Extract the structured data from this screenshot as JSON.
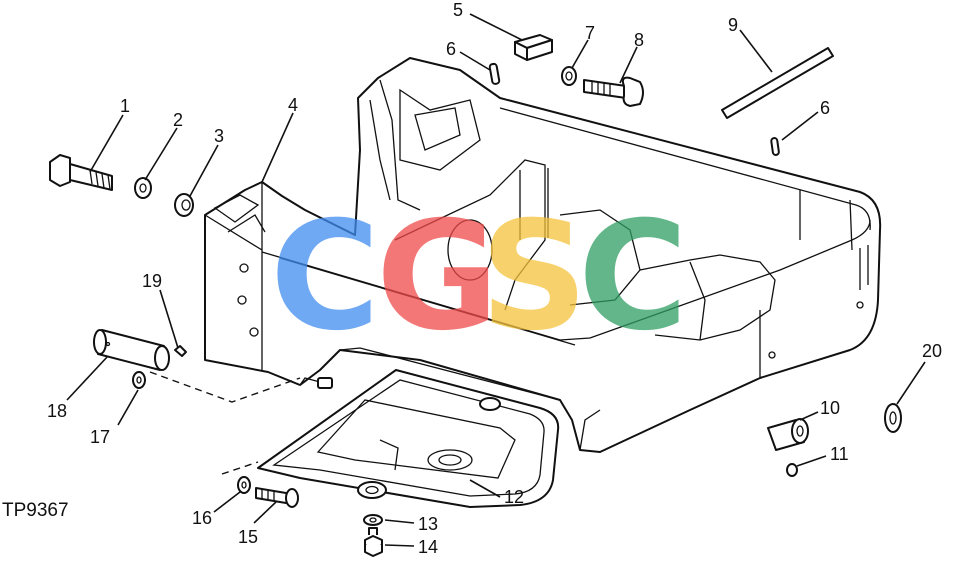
{
  "diagram": {
    "reference_code": "TP9367",
    "callouts": [
      {
        "id": "c1",
        "label": "1"
      },
      {
        "id": "c2",
        "label": "2"
      },
      {
        "id": "c3",
        "label": "3"
      },
      {
        "id": "c4",
        "label": "4"
      },
      {
        "id": "c5",
        "label": "5"
      },
      {
        "id": "c6a",
        "label": "6"
      },
      {
        "id": "c6b",
        "label": "6"
      },
      {
        "id": "c7",
        "label": "7"
      },
      {
        "id": "c8",
        "label": "8"
      },
      {
        "id": "c9",
        "label": "9"
      },
      {
        "id": "c10",
        "label": "10"
      },
      {
        "id": "c11",
        "label": "11"
      },
      {
        "id": "c12",
        "label": "12"
      },
      {
        "id": "c13",
        "label": "13"
      },
      {
        "id": "c14",
        "label": "14"
      },
      {
        "id": "c15",
        "label": "15"
      },
      {
        "id": "c16",
        "label": "16"
      },
      {
        "id": "c17",
        "label": "17"
      },
      {
        "id": "c18",
        "label": "18"
      },
      {
        "id": "c19",
        "label": "19"
      },
      {
        "id": "c20",
        "label": "20"
      }
    ],
    "watermark": {
      "letters": [
        "C",
        "G",
        "S",
        "C"
      ],
      "colors": [
        "#3f8cf0",
        "#ef4a4a",
        "#f5c33b",
        "#2f9e63"
      ]
    }
  }
}
